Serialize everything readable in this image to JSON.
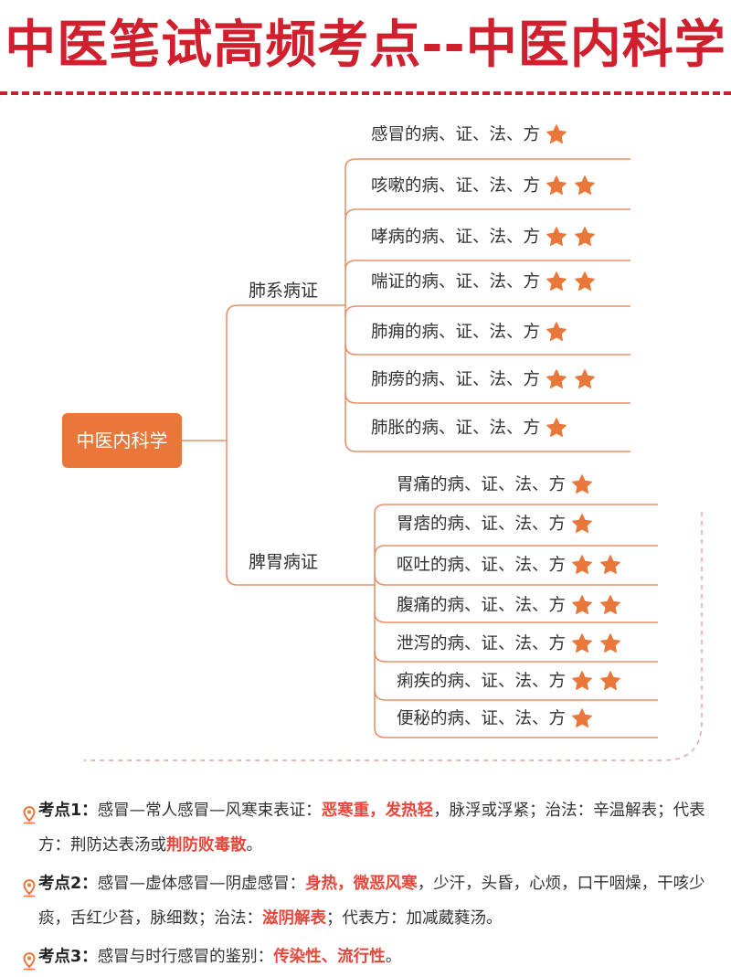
{
  "title": "中医笔试高频考点--中医内科学",
  "colors": {
    "title": "#d0202e",
    "accent": "#e9773a",
    "line": "#e8906a",
    "star": "#e9773a",
    "highlight": "#e8463a"
  },
  "mindmap": {
    "root": "中医内科学",
    "branches": [
      {
        "label": "肺系病证",
        "items": [
          {
            "label": "感冒的病、证、法、方",
            "stars": 1
          },
          {
            "label": "咳嗽的病、证、法、方",
            "stars": 2
          },
          {
            "label": "哮病的病、证、法、方",
            "stars": 2
          },
          {
            "label": "喘证的病、证、法、方",
            "stars": 2
          },
          {
            "label": "肺痈的病、证、法、方",
            "stars": 1
          },
          {
            "label": "肺痨的病、证、法、方",
            "stars": 2
          },
          {
            "label": "肺胀的病、证、法、方",
            "stars": 1
          }
        ]
      },
      {
        "label": "脾胃病证",
        "items": [
          {
            "label": "胃痛的病、证、法、方",
            "stars": 1
          },
          {
            "label": "胃痞的病、证、法、方",
            "stars": 1
          },
          {
            "label": "呕吐的病、证、法、方",
            "stars": 2
          },
          {
            "label": "腹痛的病、证、法、方",
            "stars": 2
          },
          {
            "label": "泄泻的病、证、法、方",
            "stars": 2
          },
          {
            "label": "痢疾的病、证、法、方",
            "stars": 2
          },
          {
            "label": "便秘的病、证、法、方",
            "stars": 1
          }
        ]
      }
    ]
  },
  "notes": [
    {
      "key": "考点1：",
      "segments": [
        {
          "t": "感冒—常人感冒—风寒束表证：",
          "h": false
        },
        {
          "t": "恶寒重，发热轻",
          "h": true
        },
        {
          "t": "，脉浮或浮紧；治法：辛温解表；代表方：荆防达表汤或",
          "h": false
        },
        {
          "t": "荆防败毒散",
          "h": true
        },
        {
          "t": "。",
          "h": false
        }
      ]
    },
    {
      "key": "考点2：",
      "segments": [
        {
          "t": "感冒—虚体感冒—阴虚感冒：",
          "h": false
        },
        {
          "t": "身热，微恶风寒",
          "h": true
        },
        {
          "t": "，少汗，头昏，心烦，口干咽燥，干咳少痰，舌红少苔，脉细数；治法：",
          "h": false
        },
        {
          "t": "滋阴解表",
          "h": true
        },
        {
          "t": "；代表方：加减葳蕤汤。",
          "h": false
        }
      ]
    },
    {
      "key": "考点3：",
      "segments": [
        {
          "t": "感冒与时行感冒的鉴别：",
          "h": false
        },
        {
          "t": "传染性、流行性",
          "h": true
        },
        {
          "t": "。",
          "h": false
        }
      ]
    }
  ]
}
